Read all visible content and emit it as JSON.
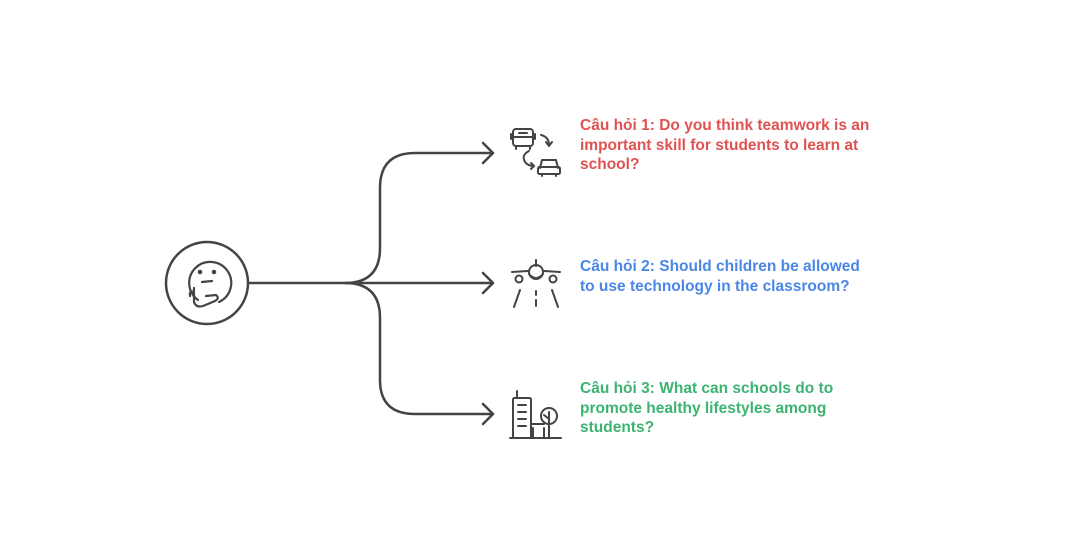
{
  "colors": {
    "line": "#444444",
    "q1": "#e05252",
    "q2": "#4a86e8",
    "q3": "#3cb371"
  },
  "hub": {
    "icon": "thinking-face-icon"
  },
  "questions": [
    {
      "text": "Câu hỏi 1: Do you think teamwork is an important skill for students to learn at school?",
      "icon": "bus-car-swap-icon"
    },
    {
      "text": "Câu hỏi 2: Should children be allowed to use technology in the classroom?",
      "icon": "airplane-runway-icon"
    },
    {
      "text": "Câu hỏi 3: What can schools do to promote healthy lifestyles among students?",
      "icon": "city-building-tree-icon"
    }
  ]
}
